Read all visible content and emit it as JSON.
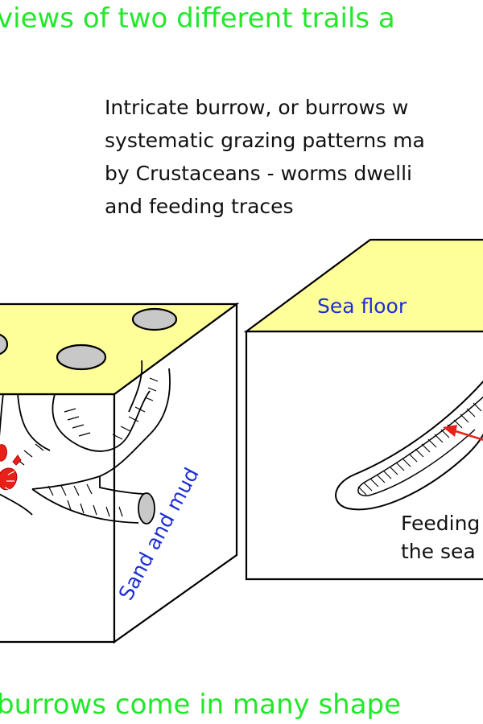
{
  "title_top": "views of two different trails a",
  "description_lines": [
    "Intricate burrow, or burrows w",
    "systematic grazing patterns ma",
    "by Crustaceans - worms dwelli",
    "and feeding traces"
  ],
  "labels": {
    "sea_floor": "Sea floor",
    "sand_and_mud": "Sand and mud",
    "feeding_lines": [
      "Feeding",
      "the sea"
    ]
  },
  "title_bottom": "burrows come in many shape",
  "colors": {
    "title_green": "#22e82a",
    "label_blue": "#1d2ed6",
    "sediment_top": "#ffff99",
    "hole_grey": "#c8c8c8",
    "arrow_red": "#e8201a"
  }
}
